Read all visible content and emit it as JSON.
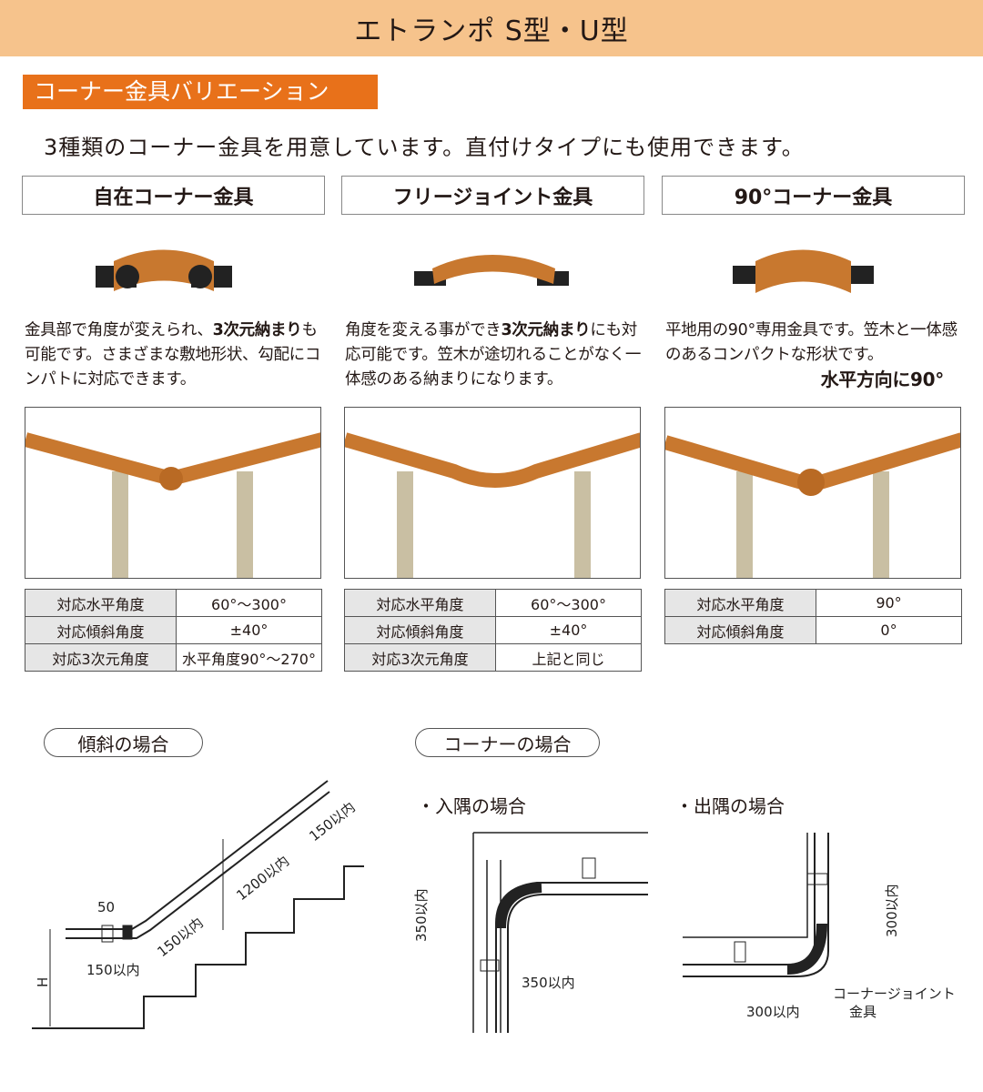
{
  "header": {
    "title": "エトランポ S型・U型"
  },
  "section_label": "コーナー金具バリエーション",
  "intro": "3種類のコーナー金具を用意しています。直付けタイプにも使用できます。",
  "products": [
    {
      "title": "自在コーナー金具",
      "desc_pre": "金具部で角度が変えられ、",
      "desc_bold": "3次元納まり",
      "desc_post": "も可能です。さまざまな敷地形状、勾配にコンパトに対応できます。",
      "rows": [
        [
          "対応水平角度",
          "60°〜300°"
        ],
        [
          "対応傾斜角度",
          "±40°"
        ],
        [
          "対応3次元角度",
          "水平角度90°〜270°"
        ]
      ]
    },
    {
      "title": "フリージョイント金具",
      "desc_pre": "角度を変える事ができ",
      "desc_bold": "3次元納まり",
      "desc_post": "にも対応可能です。笠木が途切れることがなく一体感のある納まりになります。",
      "rows": [
        [
          "対応水平角度",
          "60°〜300°"
        ],
        [
          "対応傾斜角度",
          "±40°"
        ],
        [
          "対応3次元角度",
          "上記と同じ"
        ]
      ]
    },
    {
      "title": "90°コーナー金具",
      "desc_pre": "平地用の90°専用金具です。笠木と一体感のあるコンパクトな形状です。",
      "desc_bold": "水平方向に90°",
      "desc_post": "",
      "rows": [
        [
          "対応水平角度",
          "90°"
        ],
        [
          "対応傾斜角度",
          "0°"
        ]
      ]
    }
  ],
  "slope": {
    "pill": "傾斜の場合",
    "d50": "50",
    "d150a": "150以内",
    "d150b": "150以内",
    "d150c": "150以内",
    "d1200": "1200以内",
    "h": "H"
  },
  "corner": {
    "pill": "コーナーの場合",
    "inner": "・入隅の場合",
    "outer": "・出隅の場合",
    "in350v": "350以内",
    "in350h": "350以内",
    "out300v": "300以内",
    "out300h": "300以内",
    "joint1": "コーナージョイント",
    "joint2": "金具"
  },
  "colors": {
    "header": "#f6c38c",
    "label": "#e8711a",
    "wood": "#c8782f"
  }
}
